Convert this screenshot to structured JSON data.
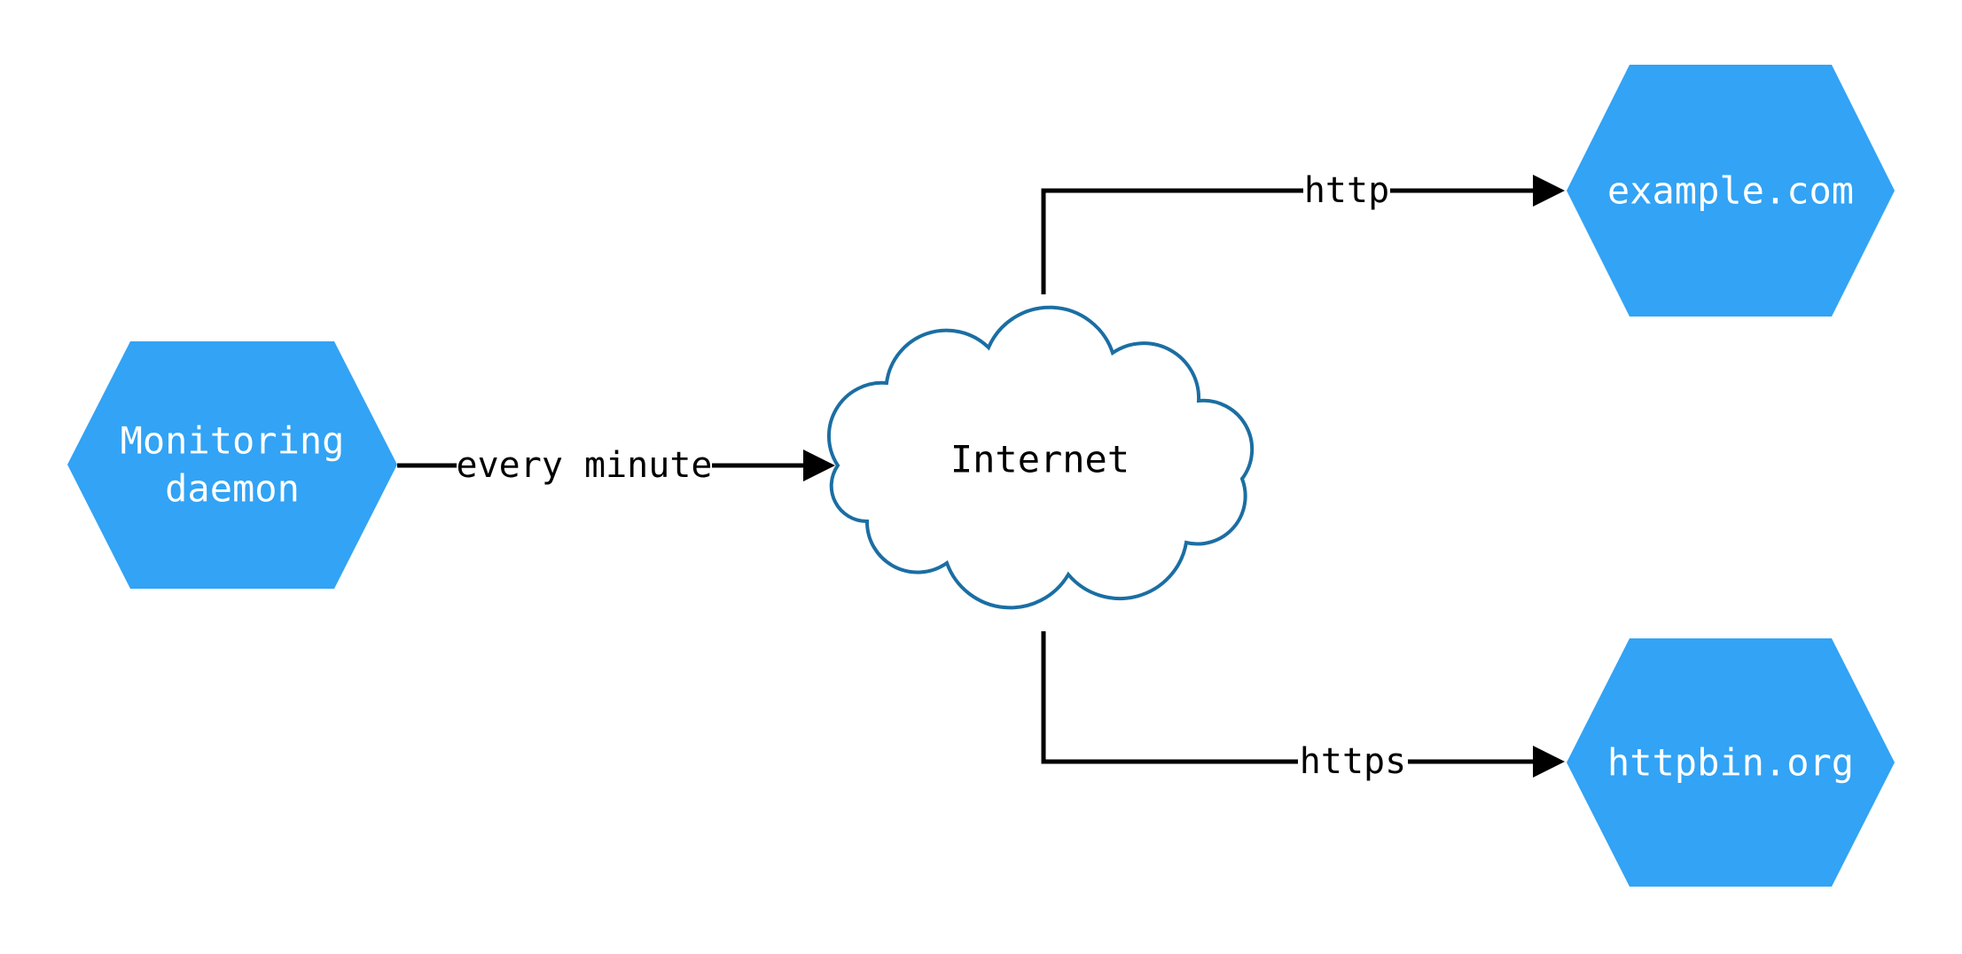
{
  "colors": {
    "background": "#FFFFFF",
    "node_fill": "#32A3F5",
    "node_text": "#FFFFFF",
    "cloud_stroke": "#1B6EA3",
    "cloud_fill": "#FFFFFF",
    "edge_color": "#000000",
    "edge_label_color": "#000000",
    "internet_label_color": "#000000"
  },
  "nodes": {
    "monitoring_daemon": {
      "line1": "Monitoring",
      "line2": "daemon"
    },
    "internet": {
      "label": "Internet"
    },
    "example_com": {
      "label": "example.com"
    },
    "httpbin_org": {
      "label": "httpbin.org"
    }
  },
  "edges": {
    "monitoring_to_internet": {
      "label": "every minute"
    },
    "internet_to_example": {
      "label": "http"
    },
    "internet_to_httpbin": {
      "label": "https"
    }
  }
}
